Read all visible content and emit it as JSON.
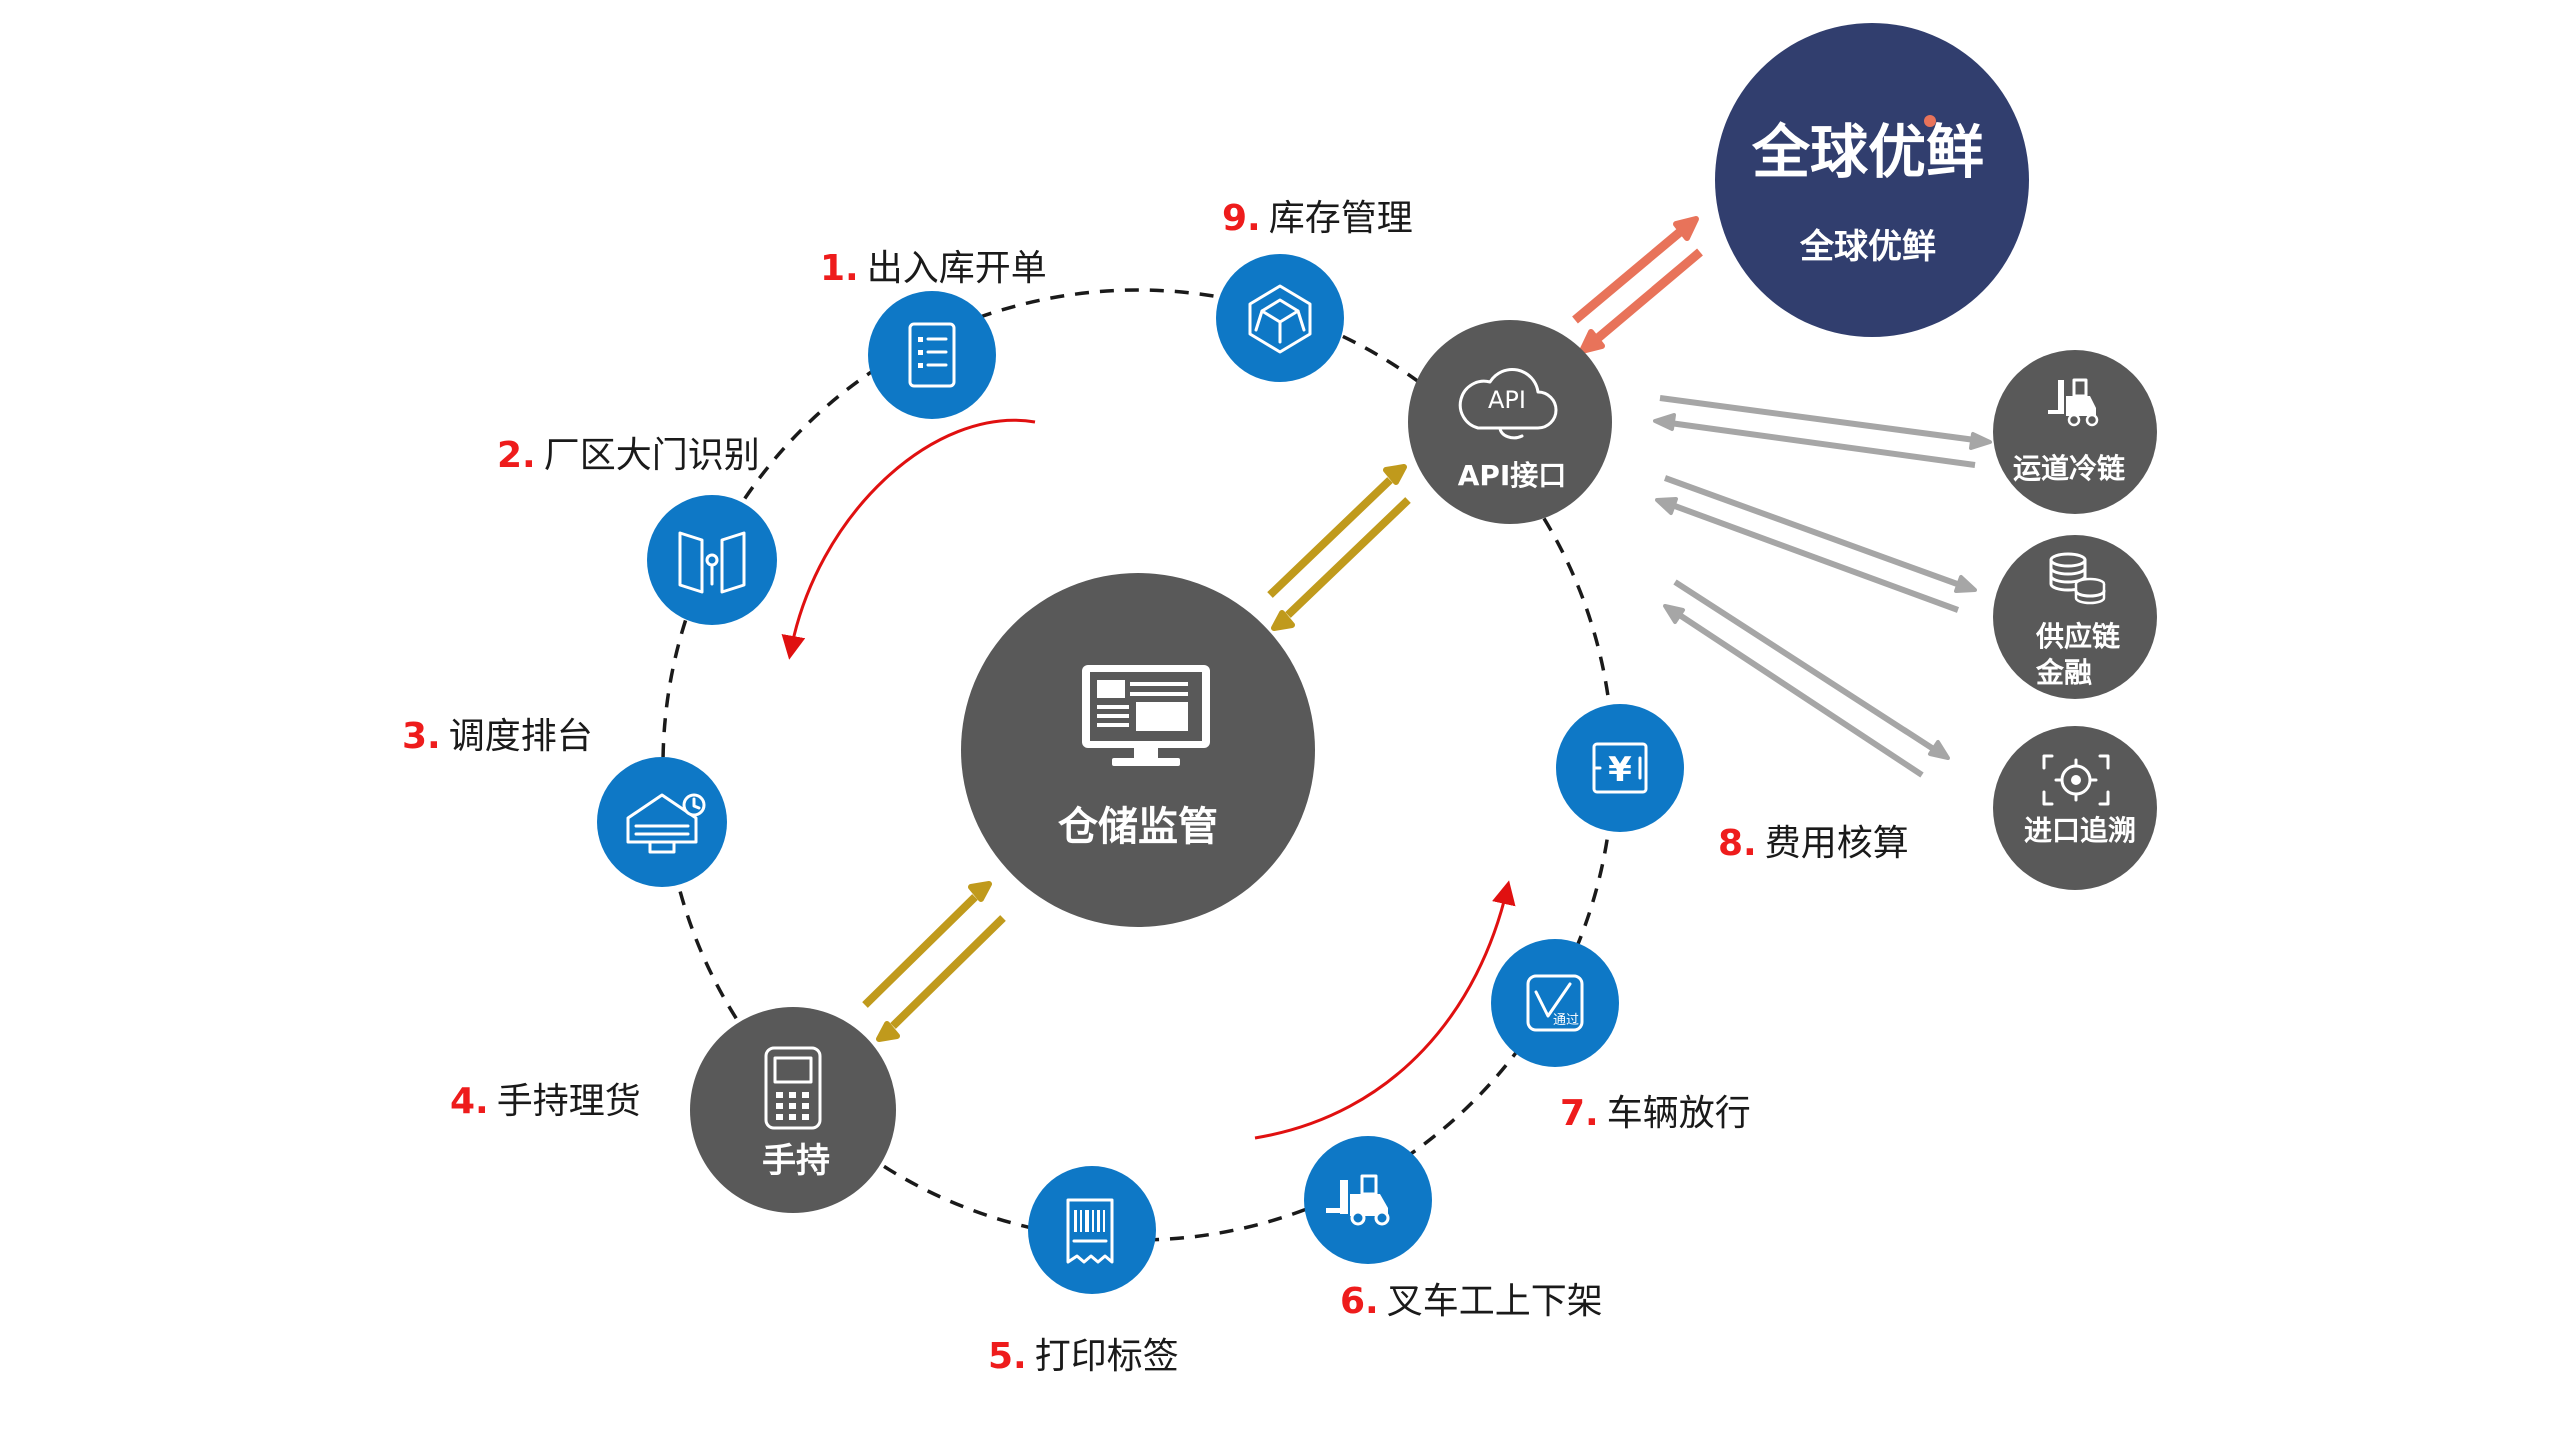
{
  "center": {
    "label": "仓储监管"
  },
  "api": {
    "icon_text": "API",
    "label": "API接口"
  },
  "handheld": {
    "label": "手持"
  },
  "brand": {
    "logo_text": "全球优鲜",
    "label": "全球优鲜"
  },
  "steps": [
    {
      "num": "1.",
      "label": "出入库开单",
      "icon": "list-icon"
    },
    {
      "num": "2.",
      "label": "厂区大门识别",
      "icon": "gate-icon"
    },
    {
      "num": "3.",
      "label": "调度排台",
      "icon": "dock-schedule-icon"
    },
    {
      "num": "4.",
      "label": "手持理货",
      "icon": "handheld-icon"
    },
    {
      "num": "5.",
      "label": "打印标签",
      "icon": "label-print-icon"
    },
    {
      "num": "6.",
      "label": "叉车工上下架",
      "icon": "forklift-icon"
    },
    {
      "num": "7.",
      "label": "车辆放行",
      "icon": "pass-check-icon"
    },
    {
      "num": "8.",
      "label": "费用核算",
      "icon": "yuan-bill-icon"
    },
    {
      "num": "9.",
      "label": "库存管理",
      "icon": "cube-icon"
    }
  ],
  "pass_icon_text": "通过",
  "yuan_symbol": "¥",
  "partners": [
    {
      "label": "运道冷链",
      "icon": "forklift-icon"
    },
    {
      "label_lines": [
        "供应链",
        "金融"
      ],
      "icon": "coins-icon"
    },
    {
      "label": "进口追溯",
      "icon": "trace-target-icon"
    }
  ],
  "colors": {
    "blue_node": "#0e78c6",
    "dark_node": "#595959",
    "brand_navy": "#313e6e",
    "step_number": "#ee1c1c",
    "arrow_gold": "#c09a1c",
    "arrow_orange": "#e8735a",
    "arrow_gray": "#a6a6a6",
    "flow_red": "#e01010"
  }
}
